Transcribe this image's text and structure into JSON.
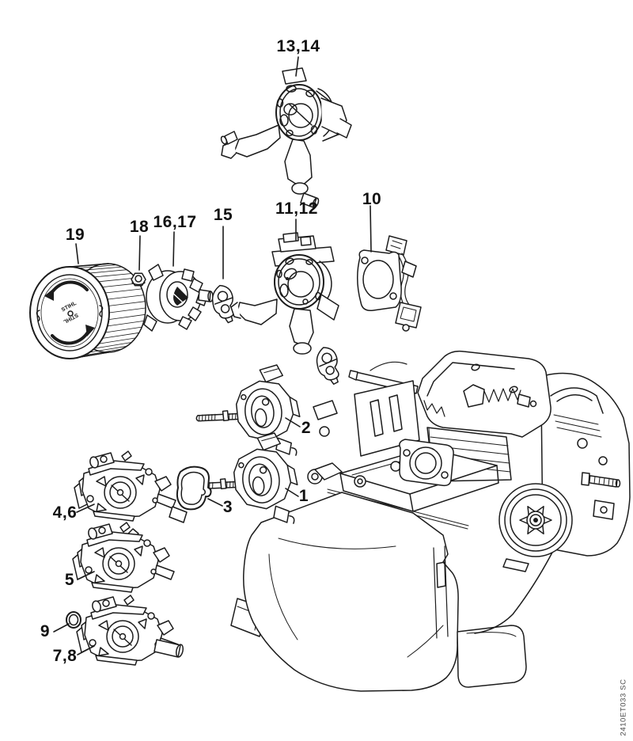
{
  "figure": {
    "type": "exploded-parts-diagram",
    "plate_code": "2410ET033 SC",
    "filter_brand_text": "STIHL",
    "colors": {
      "background": "#ffffff",
      "line": "#1c1c1c",
      "label": "#111111",
      "plate_code": "#4a4a4a"
    },
    "labels": [
      {
        "text": "13,14"
      },
      {
        "text": "19"
      },
      {
        "text": "18"
      },
      {
        "text": "16,17"
      },
      {
        "text": "15"
      },
      {
        "text": "11,12"
      },
      {
        "text": "10"
      },
      {
        "text": "2"
      },
      {
        "text": "1"
      },
      {
        "text": "3"
      },
      {
        "text": "4,6"
      },
      {
        "text": "5"
      },
      {
        "text": "9"
      },
      {
        "text": "7,8"
      }
    ]
  }
}
